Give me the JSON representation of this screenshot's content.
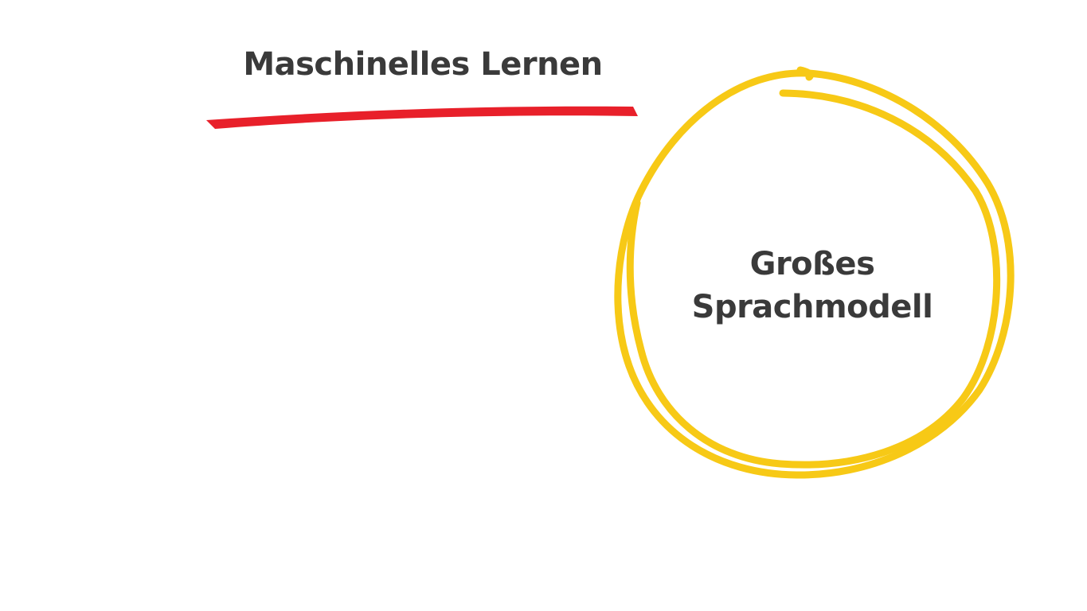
{
  "slide": {
    "title": "Maschinelles Lernen",
    "circle_label": {
      "line1": "Großes",
      "line2": "Sprachmodell"
    }
  },
  "colors": {
    "text": "#3a3a3a",
    "underline": "#e8202a",
    "circle": "#f7c916",
    "background": "#ffffff"
  }
}
